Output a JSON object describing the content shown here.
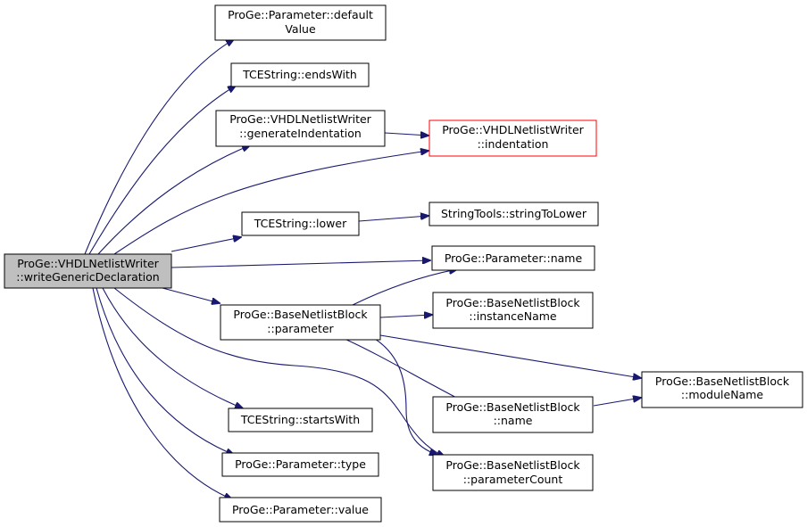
{
  "colors": {
    "edge": "#191970",
    "node_border": "#000000",
    "node_fill": "#ffffff",
    "root_fill": "#bfbfbf",
    "link_border_red": "#ff0000"
  },
  "nodes": {
    "root": [
      "ProGe::VHDLNetlistWriter",
      "::writeGenericDeclaration"
    ],
    "param_default_value": [
      "ProGe::Parameter::default",
      "Value"
    ],
    "tce_ends_with": [
      "TCEString::endsWith"
    ],
    "generate_indentation": [
      "ProGe::VHDLNetlistWriter",
      "::generateIndentation"
    ],
    "indentation": [
      "ProGe::VHDLNetlistWriter",
      "::indentation"
    ],
    "tce_lower": [
      "TCEString::lower"
    ],
    "string_to_lower": [
      "StringTools::stringToLower"
    ],
    "param_name": [
      "ProGe::Parameter::name"
    ],
    "block_parameter": [
      "ProGe::BaseNetlistBlock",
      "::parameter"
    ],
    "block_instance_name": [
      "ProGe::BaseNetlistBlock",
      "::instanceName"
    ],
    "block_module_name": [
      "ProGe::BaseNetlistBlock",
      "::moduleName"
    ],
    "block_name": [
      "ProGe::BaseNetlistBlock",
      "::name"
    ],
    "tce_starts_with": [
      "TCEString::startsWith"
    ],
    "param_type": [
      "ProGe::Parameter::type"
    ],
    "param_value": [
      "ProGe::Parameter::value"
    ],
    "block_parameter_count": [
      "ProGe::BaseNetlistBlock",
      "::parameterCount"
    ]
  }
}
